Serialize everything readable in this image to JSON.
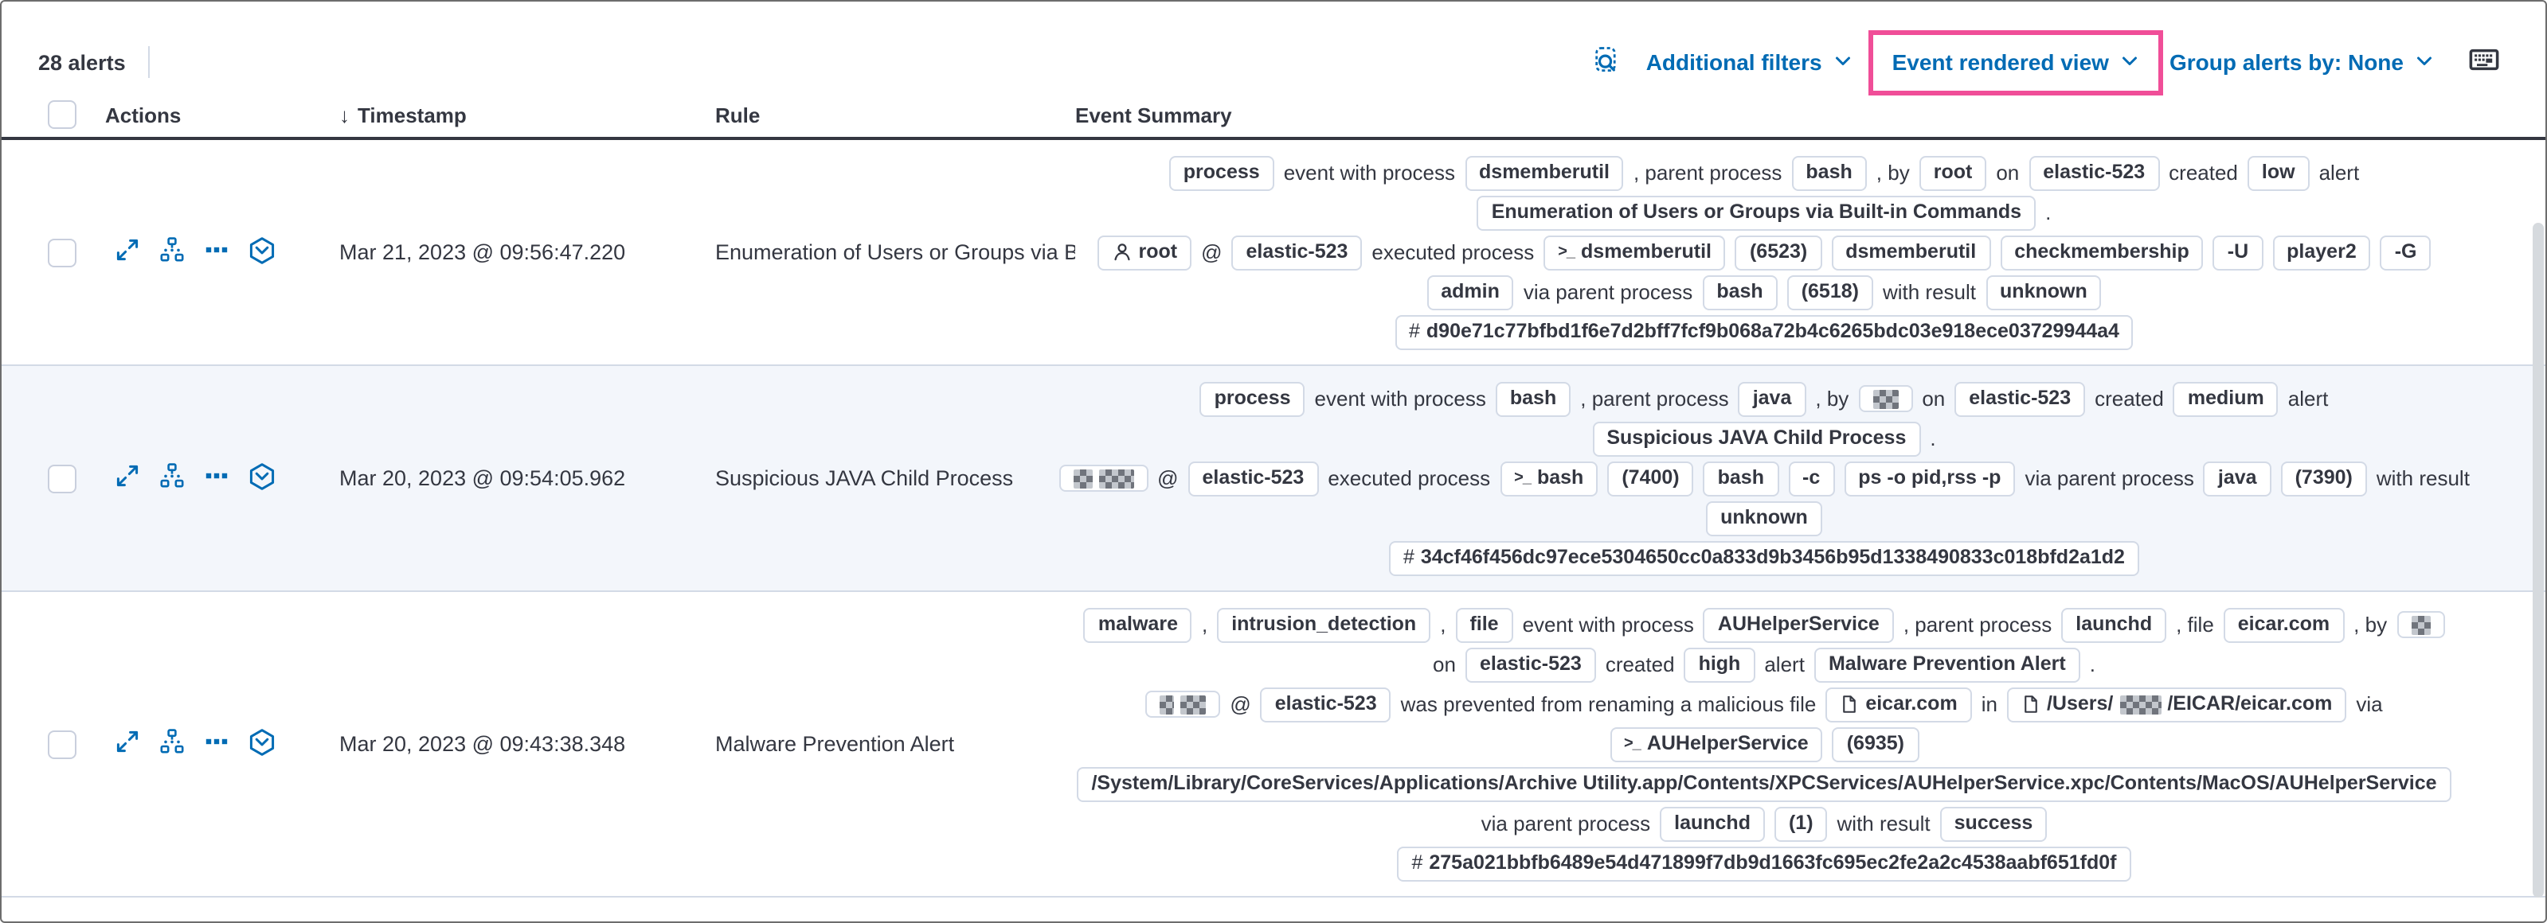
{
  "toolbar": {
    "alert_count": "28 alerts",
    "inspect_icon": "inspect-icon",
    "additional_filters": "Additional filters",
    "event_rendered_view": "Event rendered view",
    "group_alerts_by": "Group alerts by: None",
    "keyboard_icon": "keyboard-icon",
    "highlight_color": "#f04e98",
    "link_color": "#006bb4"
  },
  "table": {
    "sort_indicator": "↓",
    "headers": {
      "actions": "Actions",
      "timestamp": "Timestamp",
      "rule": "Rule",
      "summary": "Event Summary"
    },
    "action_icons": [
      "expand-icon",
      "analyze-event-icon",
      "more-actions-icon",
      "add-to-timeline-icon"
    ],
    "rows": [
      {
        "timestamp": "Mar 21, 2023 @ 09:56:47.220",
        "rule": "Enumeration of Users or Groups via Bui",
        "striped": false,
        "summary_lines": [
          [
            {
              "b": "process"
            },
            {
              "t": "event with process"
            },
            {
              "b": "dsmemberutil"
            },
            {
              "t": ", parent process"
            },
            {
              "b": "bash"
            },
            {
              "t": ", by"
            },
            {
              "b": "root"
            },
            {
              "t": "on"
            },
            {
              "b": "elastic-523"
            },
            {
              "t": "created"
            },
            {
              "b": "low"
            },
            {
              "t": "alert"
            }
          ],
          [
            {
              "b": "Enumeration of Users or Groups via Built-in Commands"
            },
            {
              "t": "."
            }
          ],
          [
            {
              "b": "root",
              "icon": "user-icon"
            },
            {
              "t": "@"
            },
            {
              "b": "elastic-523"
            },
            {
              "t": "executed process"
            },
            {
              "b": "dsmemberutil",
              "icon": "console-icon"
            },
            {
              "b": "(6523)"
            },
            {
              "b": "dsmemberutil"
            },
            {
              "b": "checkmembership"
            },
            {
              "b": "-U"
            },
            {
              "b": "player2"
            },
            {
              "b": "-G"
            }
          ],
          [
            {
              "b": "admin"
            },
            {
              "t": "via parent process"
            },
            {
              "b": "bash"
            },
            {
              "b": "(6518)"
            },
            {
              "t": "with result"
            },
            {
              "b": "unknown"
            }
          ],
          [
            {
              "b": "d90e71c77bfbd1f6e7d2bff7fcf9b068a72b4c6265bdc03e918ece03729944a4",
              "icon": "hash-icon"
            }
          ]
        ]
      },
      {
        "timestamp": "Mar 20, 2023 @ 09:54:05.962",
        "rule": "Suspicious JAVA Child Process",
        "striped": true,
        "summary_lines": [
          [
            {
              "b": "process"
            },
            {
              "t": "event with process"
            },
            {
              "b": "bash"
            },
            {
              "t": ", parent process"
            },
            {
              "b": "java"
            },
            {
              "t": ", by"
            },
            {
              "b": "",
              "parts": [
                {
                  "r": 16
                }
              ]
            },
            {
              "t": "on"
            },
            {
              "b": "elastic-523"
            },
            {
              "t": "created"
            },
            {
              "b": "medium"
            },
            {
              "t": "alert"
            }
          ],
          [
            {
              "b": "Suspicious JAVA Child Process"
            },
            {
              "t": "."
            }
          ],
          [
            {
              "b": "",
              "parts": [
                {
                  "r": 12
                },
                {
                  "r": 22
                }
              ]
            },
            {
              "t": "@"
            },
            {
              "b": "elastic-523"
            },
            {
              "t": "executed process"
            },
            {
              "b": "bash",
              "icon": "console-icon"
            },
            {
              "b": "(7400)"
            },
            {
              "b": "bash"
            },
            {
              "b": "-c"
            },
            {
              "b": "ps -o pid,rss -p"
            },
            {
              "t": "via parent process"
            },
            {
              "b": "java"
            },
            {
              "b": "(7390)"
            },
            {
              "t": "with result"
            }
          ],
          [
            {
              "b": "unknown"
            }
          ],
          [
            {
              "b": "34cf46f456dc97ece5304650cc0a833d9b3456b95d1338490833c018bfd2a1d2",
              "icon": "hash-icon"
            }
          ]
        ]
      },
      {
        "timestamp": "Mar 20, 2023 @ 09:43:38.348",
        "rule": "Malware Prevention Alert",
        "striped": false,
        "summary_lines": [
          [
            {
              "b": "malware"
            },
            {
              "t": ","
            },
            {
              "b": "intrusion_detection"
            },
            {
              "t": ","
            },
            {
              "b": "file"
            },
            {
              "t": "event with process"
            },
            {
              "b": "AUHelperService"
            },
            {
              "t": ", parent process"
            },
            {
              "b": "launchd"
            },
            {
              "t": ", file"
            },
            {
              "b": "eicar.com"
            },
            {
              "t": ", by"
            },
            {
              "b": "",
              "parts": [
                {
                  "r": 12
                }
              ]
            }
          ],
          [
            {
              "t": "on"
            },
            {
              "b": "elastic-523"
            },
            {
              "t": "created"
            },
            {
              "b": "high"
            },
            {
              "t": "alert"
            },
            {
              "b": "Malware Prevention Alert"
            },
            {
              "t": "."
            }
          ],
          [
            {
              "b": "",
              "parts": [
                {
                  "r": 9
                },
                {
                  "r": 16
                }
              ]
            },
            {
              "t": "@"
            },
            {
              "b": "elastic-523"
            },
            {
              "t": "was prevented from renaming a malicious file"
            },
            {
              "b": "eicar.com",
              "icon": "file-icon"
            },
            {
              "t": "in"
            },
            {
              "b": "",
              "icon": "file-icon",
              "parts": [
                {
                  "t": "/Users/"
                },
                {
                  "r": 26
                },
                {
                  "t": "/EICAR/eicar.com"
                }
              ]
            },
            {
              "t": "via"
            }
          ],
          [
            {
              "b": "AUHelperService",
              "icon": "console-icon"
            },
            {
              "b": "(6935)"
            }
          ],
          [
            {
              "b": "/System/Library/CoreServices/Applications/Archive Utility.app/Contents/XPCServices/AUHelperService.xpc/Contents/MacOS/AUHelperService"
            }
          ],
          [
            {
              "t": "via parent process"
            },
            {
              "b": "launchd"
            },
            {
              "b": "(1)"
            },
            {
              "t": "with result"
            },
            {
              "b": "success"
            }
          ],
          [
            {
              "b": "275a021bbfb6489e54d471899f7db9d1663fc695ec2fe2a2c4538aabf651fd0f",
              "icon": "hash-icon"
            }
          ]
        ]
      }
    ]
  }
}
